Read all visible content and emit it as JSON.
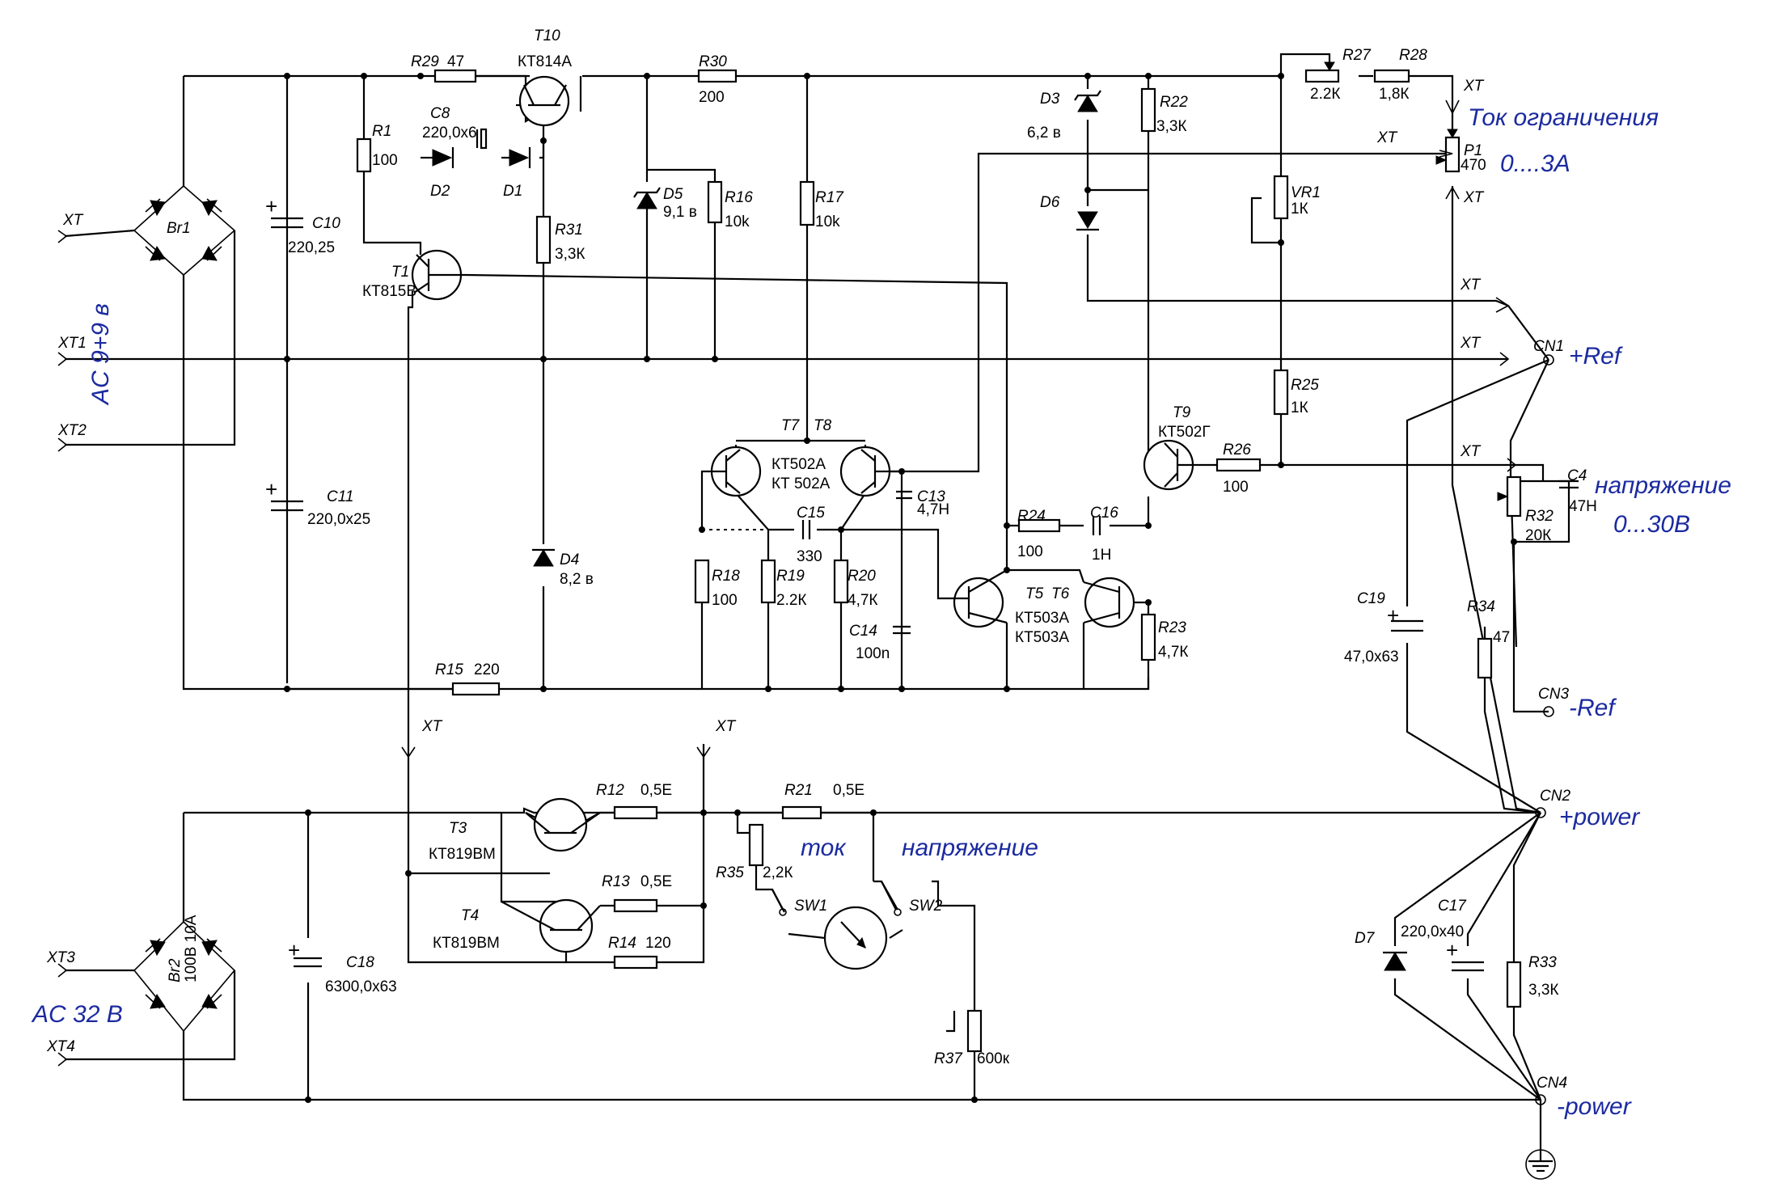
{
  "colors": {
    "wire": "#000000",
    "annotation": "#1b2aa0",
    "background": "#ffffff"
  },
  "annotations": {
    "current_limit": "Ток ограничения",
    "current_range": "0....3А",
    "ref_plus": "+Ref",
    "ref_minus": "-Ref",
    "voltage": "напряжение",
    "voltage_range": "0...30В",
    "power_plus": "+power",
    "power_minus": "-power",
    "ac_top": "AC 9+9 в",
    "ac_bottom": "AC 32 В",
    "meter_current": "ток",
    "meter_voltage": "напряжение"
  },
  "connectors": {
    "xt": "XT",
    "xt1": "XT1",
    "xt2": "XT2",
    "xt3": "XT3",
    "xt4": "XT4",
    "cn1": "CN1",
    "cn2": "CN2",
    "cn3": "CN3",
    "cn4": "CN4"
  },
  "components": {
    "Br1": {
      "ref": "Br1"
    },
    "Br2": {
      "ref": "Br2",
      "value": "100В 10А"
    },
    "C10": {
      "ref": "C10",
      "value": "220,25"
    },
    "C11": {
      "ref": "C11",
      "value": "220,0х25"
    },
    "R1": {
      "ref": "R1",
      "value": "100"
    },
    "R29": {
      "ref": "R29",
      "value": "47"
    },
    "T10": {
      "ref": "T10",
      "value": "КТ814А"
    },
    "C8": {
      "ref": "C8",
      "value": "220,0х6"
    },
    "D1": {
      "ref": "D1"
    },
    "D2": {
      "ref": "D2"
    },
    "R31": {
      "ref": "R31",
      "value": "3,3К"
    },
    "T1": {
      "ref": "T1",
      "value": "КТ815В"
    },
    "D4": {
      "ref": "D4",
      "value": "8,2 в"
    },
    "R15": {
      "ref": "R15",
      "value": "220"
    },
    "R30": {
      "ref": "R30",
      "value": "200"
    },
    "D5": {
      "ref": "D5",
      "value": "9,1 в"
    },
    "R16": {
      "ref": "R16",
      "value": "10k"
    },
    "R17": {
      "ref": "R17",
      "value": "10k"
    },
    "T7": {
      "ref": "T7"
    },
    "T8": {
      "ref": "T8"
    },
    "T78_value1": "КТ502А",
    "T78_value2": "КТ 502А",
    "C13": {
      "ref": "C13",
      "value": "4,7Н"
    },
    "C15": {
      "ref": "C15",
      "value": "330"
    },
    "R18": {
      "ref": "R18",
      "value": "100"
    },
    "R19": {
      "ref": "R19",
      "value": "2.2К"
    },
    "R20": {
      "ref": "R20",
      "value": "4,7К"
    },
    "C14": {
      "ref": "C14",
      "value": "100n"
    },
    "R24": {
      "ref": "R24",
      "value": "100"
    },
    "C16": {
      "ref": "C16",
      "value": "1Н"
    },
    "T5": {
      "ref": "T5"
    },
    "T6": {
      "ref": "T6"
    },
    "T56_value1": "КТ503А",
    "T56_value2": "КТ503А",
    "R23": {
      "ref": "R23",
      "value": "4,7К"
    },
    "D3": {
      "ref": "D3",
      "value": "6,2 в"
    },
    "D6": {
      "ref": "D6"
    },
    "R22": {
      "ref": "R22",
      "value": "3,3К"
    },
    "T9": {
      "ref": "T9",
      "value": "КТ502Г"
    },
    "R26": {
      "ref": "R26",
      "value": "100"
    },
    "R27": {
      "ref": "R27",
      "value": "2.2К"
    },
    "R28": {
      "ref": "R28",
      "value": "1,8К"
    },
    "VR1": {
      "ref": "VR1",
      "value": "1К"
    },
    "R25": {
      "ref": "R25",
      "value": "1К"
    },
    "P1": {
      "ref": "P1",
      "value": "470"
    },
    "R32": {
      "ref": "R32",
      "value": "20К"
    },
    "C4": {
      "ref": "C4",
      "value": "47Н"
    },
    "C19": {
      "ref": "C19",
      "value": "47,0х63"
    },
    "R34": {
      "ref": "R34",
      "value": "47"
    },
    "T3": {
      "ref": "T3",
      "value": "КТ819ВМ"
    },
    "T4": {
      "ref": "T4",
      "value": "КТ819ВМ"
    },
    "R12": {
      "ref": "R12",
      "value": "0,5Е"
    },
    "R13": {
      "ref": "R13",
      "value": "0,5Е"
    },
    "R14": {
      "ref": "R14",
      "value": "120"
    },
    "R21": {
      "ref": "R21",
      "value": "0,5Е"
    },
    "R35": {
      "ref": "R35",
      "value": "2,2К"
    },
    "SW1": {
      "ref": "SW1"
    },
    "SW2": {
      "ref": "SW2"
    },
    "R37": {
      "ref": "R37",
      "value": "600к"
    },
    "C18": {
      "ref": "C18",
      "value": "6300,0х63"
    },
    "D7": {
      "ref": "D7"
    },
    "C17": {
      "ref": "C17",
      "value": "220,0х40"
    },
    "R33": {
      "ref": "R33",
      "value": "3,3К"
    }
  }
}
